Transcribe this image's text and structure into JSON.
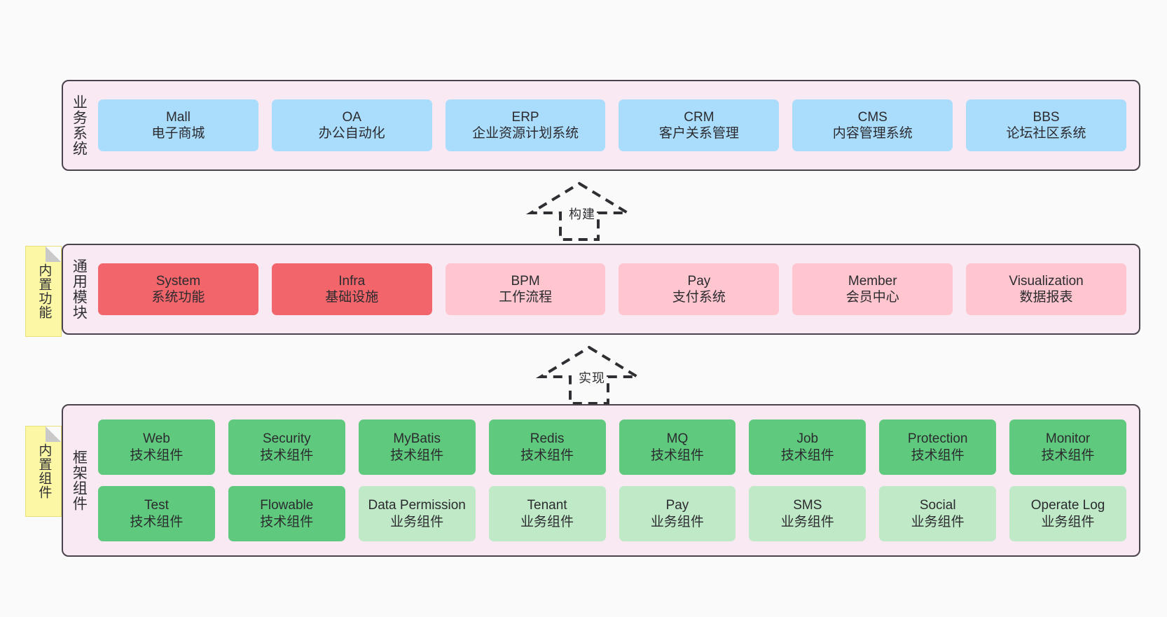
{
  "diagram": {
    "background": "#fafafa",
    "container_fill": "#f9e9f3",
    "container_border": "#4a424c"
  },
  "layers": [
    {
      "id": "business",
      "title": "业务系统",
      "accent": "#aadcfb",
      "rows": [
        [
          {
            "name": "Mall",
            "sub": "电子商城",
            "style": "blue"
          },
          {
            "name": "OA",
            "sub": "办公自动化",
            "style": "blue"
          },
          {
            "name": "ERP",
            "sub": "企业资源计划系统",
            "style": "blue"
          },
          {
            "name": "CRM",
            "sub": "客户关系管理",
            "style": "blue"
          },
          {
            "name": "CMS",
            "sub": "内容管理系统",
            "style": "blue"
          },
          {
            "name": "BBS",
            "sub": "论坛社区系统",
            "style": "blue"
          }
        ]
      ]
    },
    {
      "id": "common",
      "title": "通用模块",
      "accent": "#f2656a",
      "note": "内置功能",
      "rows": [
        [
          {
            "name": "System",
            "sub": "系统功能",
            "style": "strong"
          },
          {
            "name": "Infra",
            "sub": "基础设施",
            "style": "strong"
          },
          {
            "name": "BPM",
            "sub": "工作流程",
            "style": "soft"
          },
          {
            "name": "Pay",
            "sub": "支付系统",
            "style": "soft"
          },
          {
            "name": "Member",
            "sub": "会员中心",
            "style": "soft"
          },
          {
            "name": "Visualization",
            "sub": "数据报表",
            "style": "soft"
          }
        ]
      ]
    },
    {
      "id": "framework",
      "title": "框架组件",
      "accent": "#5fca7e",
      "note": "内置组件",
      "rows": [
        [
          {
            "name": "Web",
            "sub": "技术组件",
            "style": "green"
          },
          {
            "name": "Security",
            "sub": "技术组件",
            "style": "green"
          },
          {
            "name": "MyBatis",
            "sub": "技术组件",
            "style": "green"
          },
          {
            "name": "Redis",
            "sub": "技术组件",
            "style": "green"
          },
          {
            "name": "MQ",
            "sub": "技术组件",
            "style": "green"
          },
          {
            "name": "Job",
            "sub": "技术组件",
            "style": "green"
          },
          {
            "name": "Protection",
            "sub": "技术组件",
            "style": "green"
          },
          {
            "name": "Monitor",
            "sub": "技术组件",
            "style": "green"
          }
        ],
        [
          {
            "name": "Test",
            "sub": "技术组件",
            "style": "green"
          },
          {
            "name": "Flowable",
            "sub": "技术组件",
            "style": "green"
          },
          {
            "name": "Data Permission",
            "sub": "业务组件",
            "style": "light"
          },
          {
            "name": "Tenant",
            "sub": "业务组件",
            "style": "light"
          },
          {
            "name": "Pay",
            "sub": "业务组件",
            "style": "light"
          },
          {
            "name": "SMS",
            "sub": "业务组件",
            "style": "light"
          },
          {
            "name": "Social",
            "sub": "业务组件",
            "style": "light"
          },
          {
            "name": "Operate Log",
            "sub": "业务组件",
            "style": "light"
          }
        ]
      ]
    }
  ],
  "notes": [
    {
      "id": "builtin-function",
      "label": "内置功能",
      "fill": "#fbf7a5"
    },
    {
      "id": "builtin-component",
      "label": "内置组件",
      "fill": "#fbf7a5"
    }
  ],
  "connectors": [
    {
      "id": "build",
      "label": "构建",
      "style": "dashed-generalization",
      "direction": "up"
    },
    {
      "id": "implement",
      "label": "实现",
      "style": "dashed-generalization",
      "direction": "up"
    }
  ]
}
